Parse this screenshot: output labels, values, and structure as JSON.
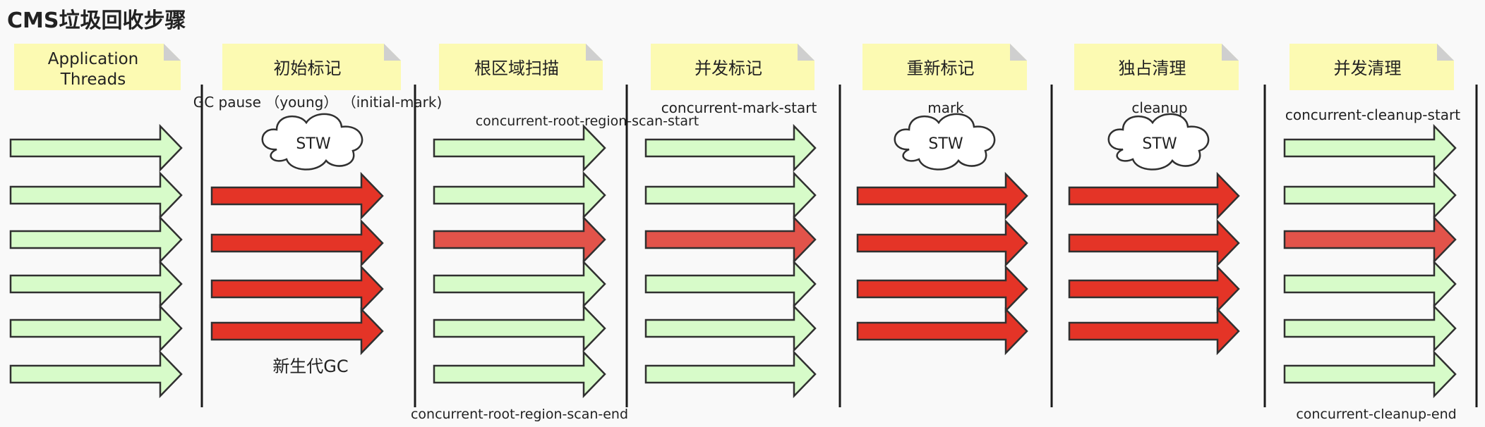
{
  "title": "CMS垃圾回收步骤",
  "colors": {
    "note_fill": "#fcfab2",
    "note_fold": "#cfcfcf",
    "thread_running": "#d7fbc9",
    "thread_stopped": "#e43427",
    "thread_stopped_light": "#e2534a",
    "outline": "#303030",
    "divider": "#1a1a1a"
  },
  "columns": [
    {
      "key": "application-threads",
      "label": "Application\nThreads",
      "top_labels": [],
      "cloud": null,
      "arrows": [
        "running",
        "running",
        "running",
        "running",
        "running",
        "running"
      ],
      "bottom_label": null
    },
    {
      "key": "initial-mark",
      "label": "初始标记",
      "top_labels": [
        "GC pause （young） （initial-mark)"
      ],
      "cloud": "STW",
      "arrows": [
        "stopped",
        "stopped",
        "stopped",
        "stopped"
      ],
      "bottom_label": "新生代GC"
    },
    {
      "key": "root-region-scan",
      "label": "根区域扫描",
      "top_labels": [
        "concurrent-root-region-scan-start"
      ],
      "cloud": null,
      "arrows": [
        "running",
        "running",
        "stopped_light",
        "running",
        "running",
        "running"
      ],
      "bottom_label": "concurrent-root-region-scan-end"
    },
    {
      "key": "concurrent-mark",
      "label": "并发标记",
      "top_labels": [
        "concurrent-mark-start"
      ],
      "cloud": null,
      "arrows": [
        "running",
        "running",
        "stopped_light",
        "running",
        "running",
        "running"
      ],
      "bottom_label": null
    },
    {
      "key": "remark",
      "label": "重新标记",
      "top_labels": [
        "mark"
      ],
      "cloud": "STW",
      "arrows": [
        "stopped",
        "stopped",
        "stopped",
        "stopped"
      ],
      "bottom_label": null
    },
    {
      "key": "cleanup",
      "label": "独占清理",
      "top_labels": [
        "cleanup"
      ],
      "cloud": "STW",
      "arrows": [
        "stopped",
        "stopped",
        "stopped",
        "stopped"
      ],
      "bottom_label": null
    },
    {
      "key": "concurrent-cleanup",
      "label": "并发清理",
      "top_labels": [
        "concurrent-cleanup-start"
      ],
      "cloud": null,
      "arrows": [
        "running",
        "running",
        "stopped_light",
        "running",
        "running",
        "running"
      ],
      "bottom_label": "concurrent-cleanup-end"
    }
  ]
}
